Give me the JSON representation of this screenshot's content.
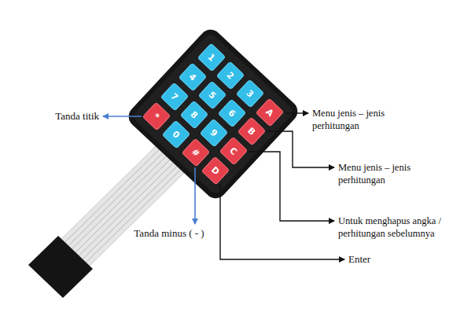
{
  "diagram": {
    "nodes": [
      {
        "text": [
          "1"
        ]
      },
      {
        "text": [
          "2"
        ]
      },
      {
        "text": [
          "3"
        ]
      },
      {
        "text": [
          "A"
        ]
      },
      {
        "text": [
          "4"
        ]
      },
      {
        "text": [
          "5"
        ]
      },
      {
        "text": [
          "6"
        ]
      },
      {
        "text": [
          "B"
        ]
      },
      {
        "text": [
          "7"
        ]
      },
      {
        "text": [
          "8"
        ]
      },
      {
        "text": [
          "9"
        ]
      },
      {
        "text": [
          "C"
        ]
      },
      {
        "text": [
          "*"
        ]
      },
      {
        "text": [
          "0"
        ]
      },
      {
        "text": [
          "#"
        ]
      },
      {
        "text": [
          "D"
        ]
      }
    ],
    "labels": [
      "Tanda titik",
      "Tanda minus ( - )",
      "Menu jenis – jenis perhitungan",
      "Menu jenis – jenis perhitungan",
      "Untuk menghapus angka / perhitungan sebelumnya",
      "Enter"
    ]
  }
}
